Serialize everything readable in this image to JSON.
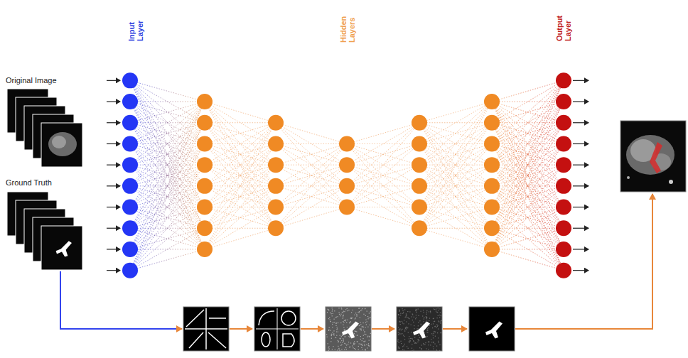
{
  "diagram": {
    "labels": [
      "Input Layer",
      "Hidden Layers",
      "Output Layer",
      "Original Image",
      "Ground Truth"
    ]
  }
}
